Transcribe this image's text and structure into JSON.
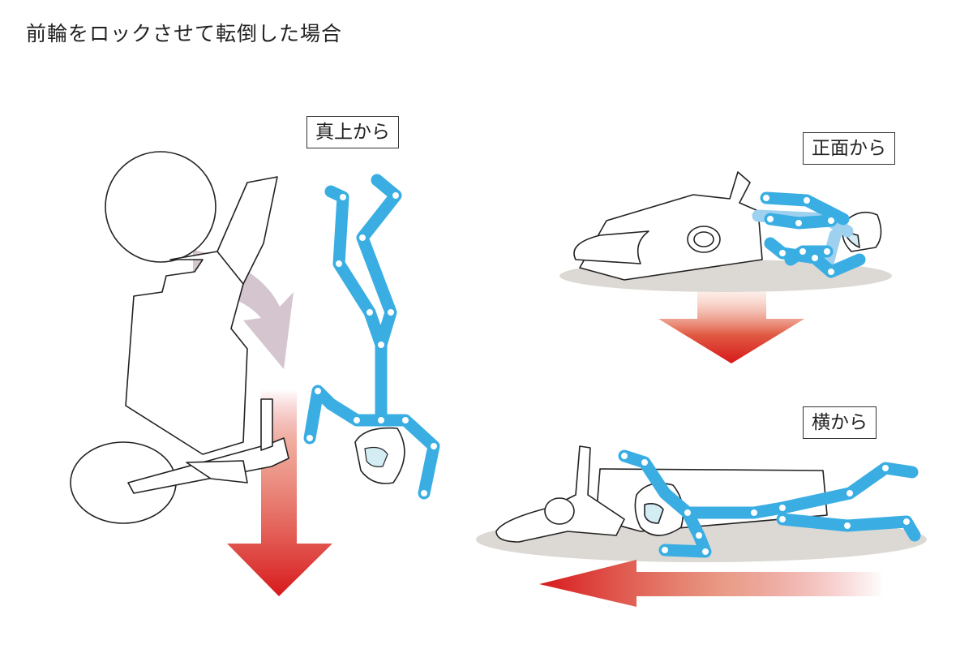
{
  "title": "前輪をロックさせて転倒した場合",
  "views": {
    "top": "真上から",
    "front": "正面から",
    "side": "横から"
  },
  "colors": {
    "limb": "#3aaee3",
    "limb_light": "#9dd1ef",
    "ground": "#dcd9d4",
    "arrow_red": "#d7191c",
    "rotation_arrow": "#cbb7c2",
    "outline": "#222222"
  }
}
